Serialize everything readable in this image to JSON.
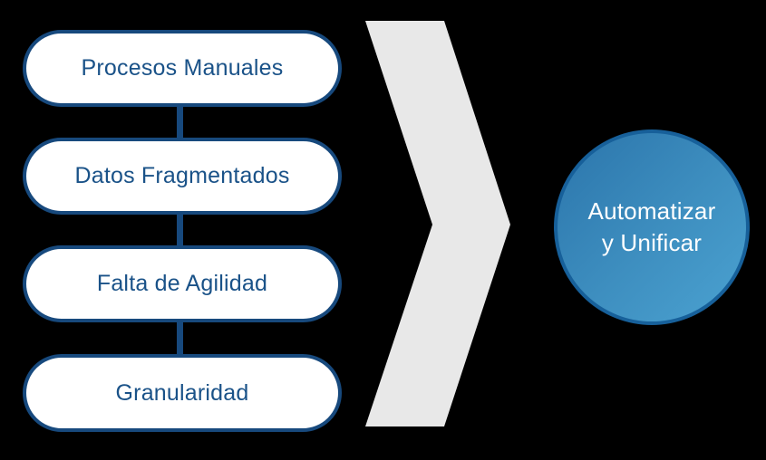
{
  "diagram": {
    "background_color": "#000000",
    "pills": [
      {
        "label": "Procesos Manuales"
      },
      {
        "label": "Datos Fragmentados"
      },
      {
        "label": "Falta de Agilidad"
      },
      {
        "label": "Granularidad"
      }
    ],
    "arrow": {
      "direction": "right",
      "color": "#E8E8E8"
    },
    "result_circle": {
      "line1": "Automatizar",
      "line2": "y Unificar",
      "text_color": "#FFFFFF",
      "border_color": "#17609A",
      "gradient_start": "#2B75AB",
      "gradient_end": "#4BA2D1"
    },
    "accent": {
      "outline_blue": "#17497D",
      "text_blue": "#1A5288",
      "pill_fill": "#FFFFFF"
    }
  }
}
